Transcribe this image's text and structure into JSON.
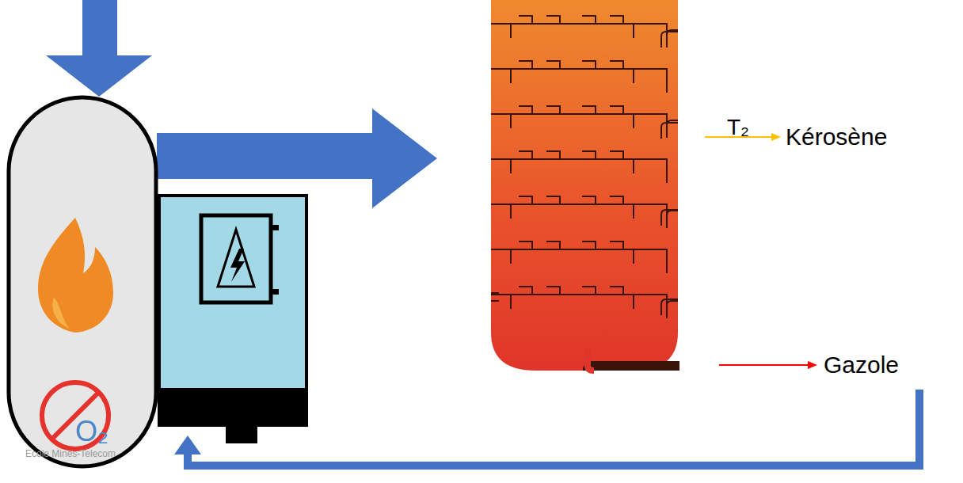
{
  "diagram": {
    "nodes": [
      {
        "text": [
          "O₂"
        ]
      }
    ],
    "labels": [
      "T₂",
      "Kérosène",
      "Gazole",
      "Ecole Mines-Telecom"
    ]
  }
}
